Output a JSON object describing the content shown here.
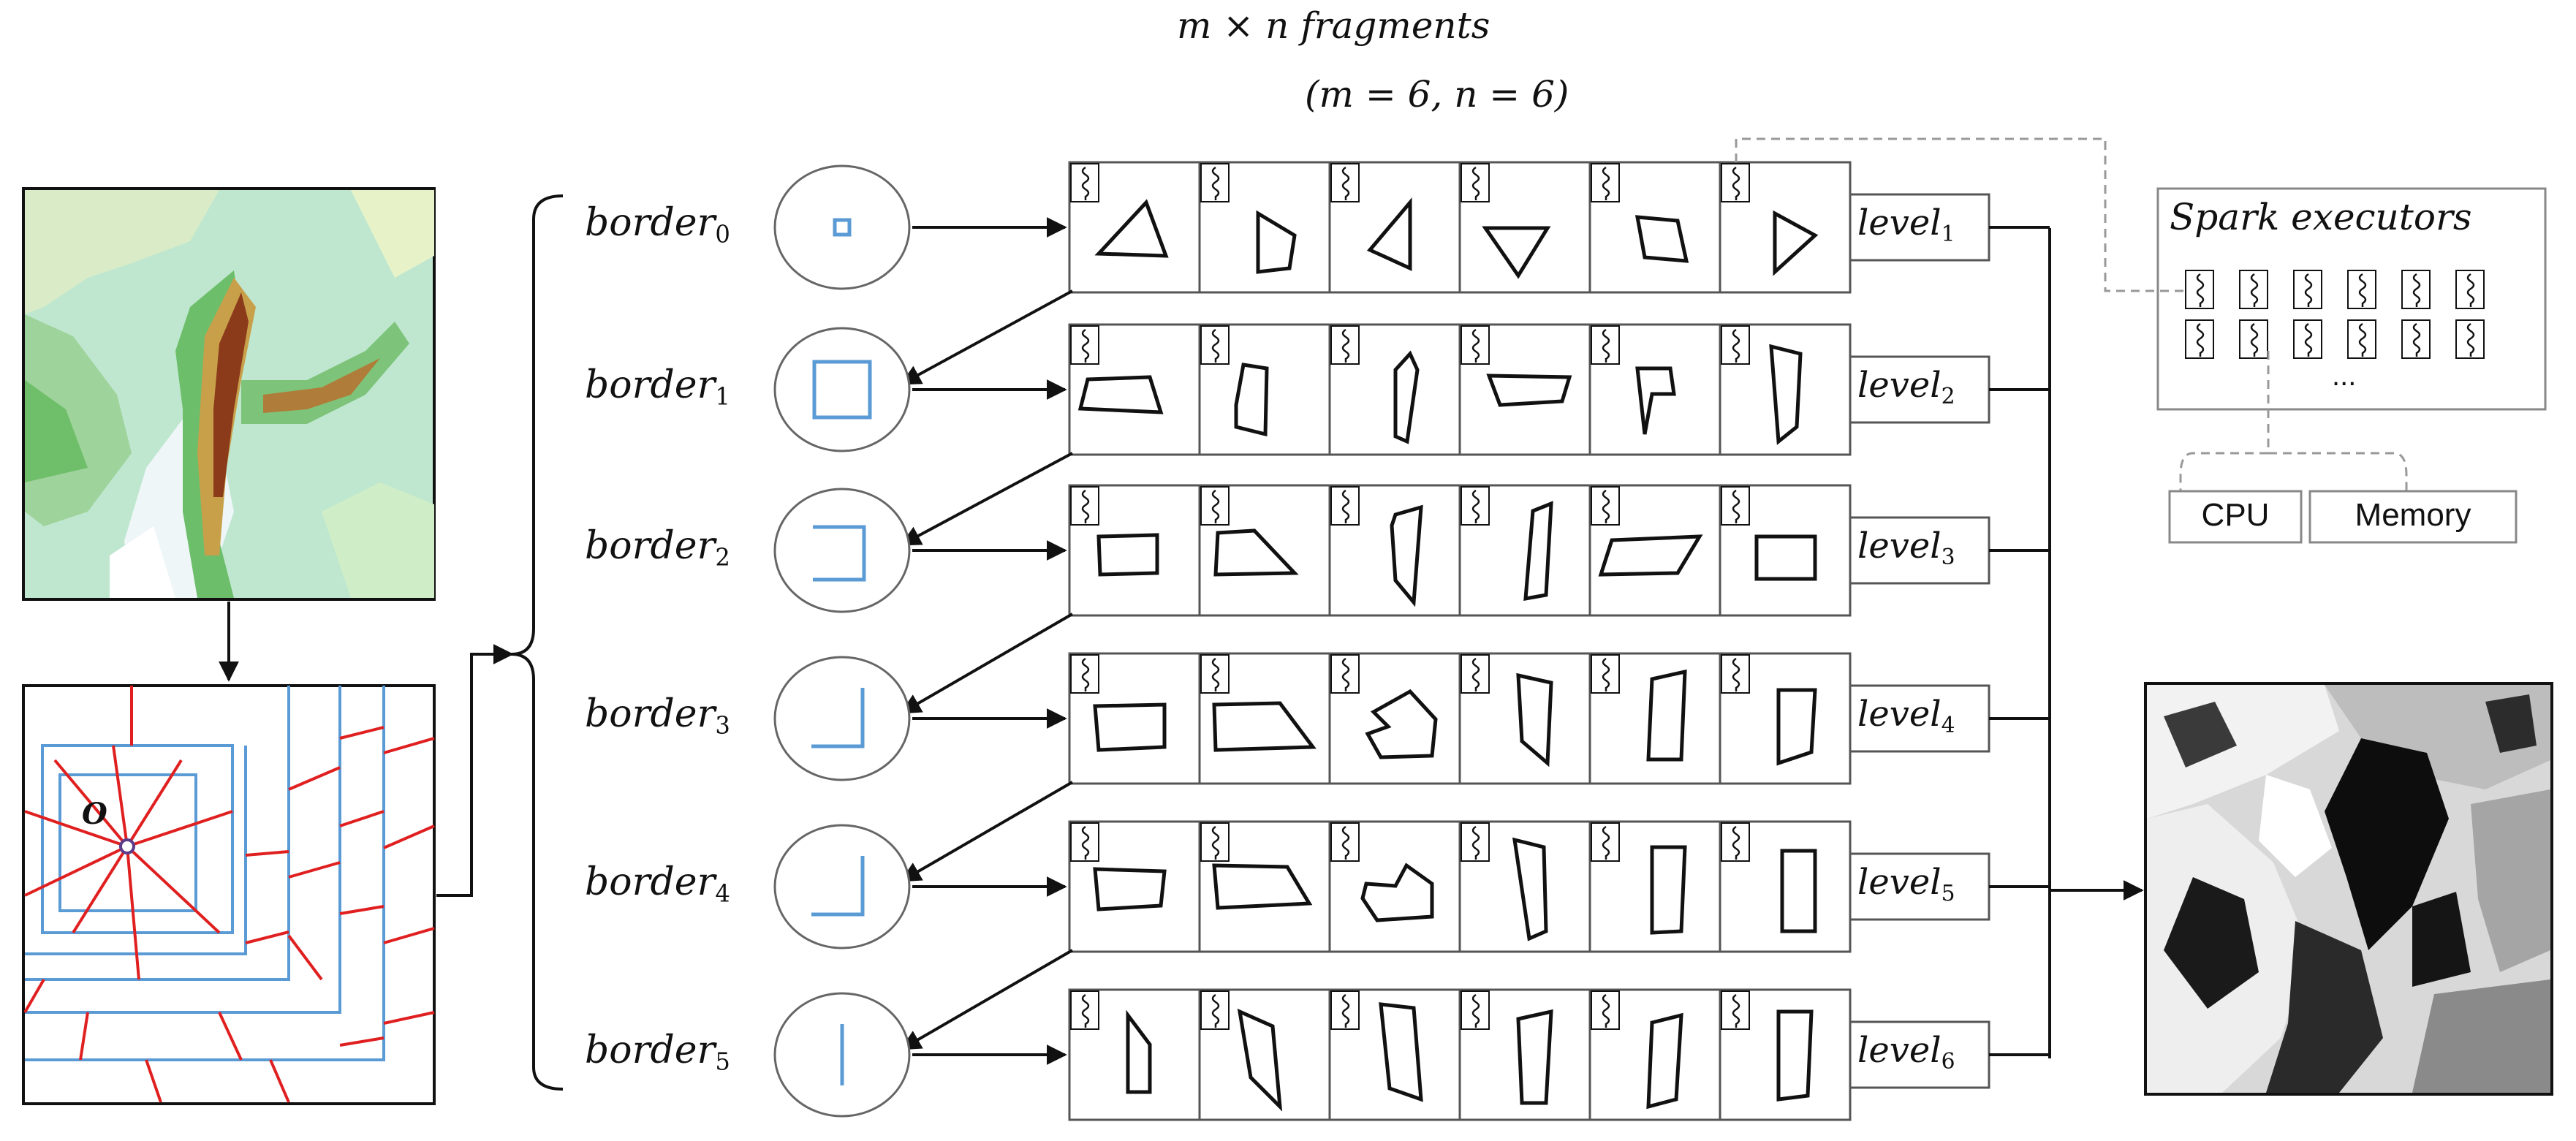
{
  "title": {
    "line1": "m × n  fragments",
    "line2": "(m = 6, n = 6)"
  },
  "origin_label": "O",
  "borders": [
    {
      "name": "border",
      "sub": "0"
    },
    {
      "name": "border",
      "sub": "1"
    },
    {
      "name": "border",
      "sub": "2"
    },
    {
      "name": "border",
      "sub": "3"
    },
    {
      "name": "border",
      "sub": "4"
    },
    {
      "name": "border",
      "sub": "5"
    }
  ],
  "levels": [
    {
      "name": "level",
      "sub": "1"
    },
    {
      "name": "level",
      "sub": "2"
    },
    {
      "name": "level",
      "sub": "3"
    },
    {
      "name": "level",
      "sub": "4"
    },
    {
      "name": "level",
      "sub": "5"
    },
    {
      "name": "level",
      "sub": "6"
    }
  ],
  "spark": {
    "title": "Spark  executors",
    "ellipsis": "...",
    "cpu": "CPU",
    "memory": "Memory"
  },
  "colors": {
    "line": "#111111",
    "border_blue": "#5b9bd5",
    "partition_red": "#e02020",
    "dashed": "#999999"
  },
  "icons": {
    "fragment_marker": "wavy-line-icon",
    "dem_input": "terrain-heightmap-image",
    "result_output": "hillshade-result-image"
  }
}
